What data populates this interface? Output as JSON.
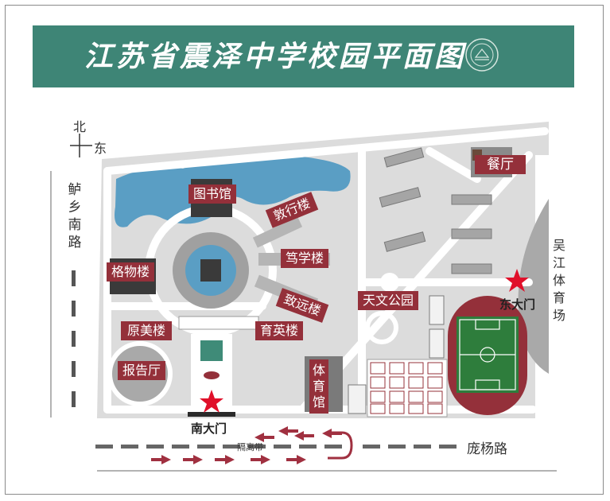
{
  "title": "江苏省震泽中学校园平面图",
  "emblem": {
    "icon": "school-emblem-icon",
    "color": "#d6e6df"
  },
  "compass": {
    "north": "北",
    "east": "东"
  },
  "roads": {
    "west": "鲈乡南路",
    "east": "吴江体育场",
    "south": "庞杨路",
    "divider": "隔离带"
  },
  "gates": {
    "south": "南大门",
    "east": "东大门",
    "marker_icon": "red-star-icon"
  },
  "buildings": {
    "library": "图书馆",
    "gewu": "格物楼",
    "dunxing": "敦行楼",
    "duxue": "笃学楼",
    "zhiyuan": "致远楼",
    "yuanmei": "原美楼",
    "yuying": "育英楼",
    "report_hall": "报告厅",
    "gym": "体育馆",
    "observatory": "天文公园",
    "canteen": "餐厅"
  },
  "colors": {
    "banner": "#3e8576",
    "label": "#94303a",
    "ground": "#dcdcdc",
    "water": "#5a9ec4",
    "track": "#94303a",
    "field": "#2e7d3c",
    "road_arrow": "#a03040"
  }
}
